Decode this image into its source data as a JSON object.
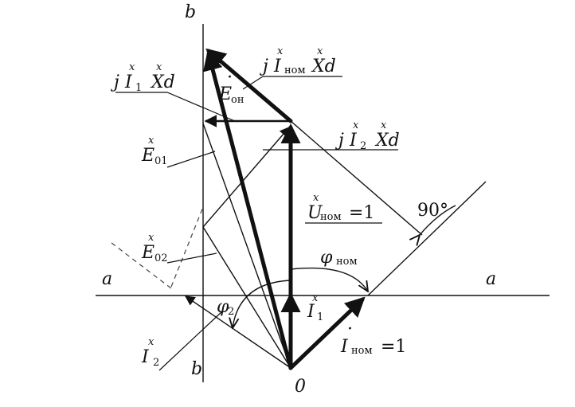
{
  "axes": {
    "a_left": "a",
    "a_right": "a",
    "b_top": "b",
    "b_bottom": "b",
    "origin": "0"
  },
  "labels": {
    "jI_nom_Xd": {
      "j": "j",
      "I": "I",
      "sub": "ном",
      "Xd": "Xd",
      "accent": "x"
    },
    "jI1_Xd": {
      "j": "j",
      "I": "I",
      "sub": "1",
      "Xd": "Xd",
      "accent": "x"
    },
    "E_on": {
      "E": "E",
      "sub": "он",
      "accent": "·"
    },
    "jI2_Xd": {
      "j": "j",
      "I": "I",
      "sub": "2",
      "Xd": "Xd",
      "accent": "x"
    },
    "E01": {
      "E": "E",
      "sub": "01",
      "accent": "x"
    },
    "U_nom": {
      "U": "U",
      "sub": "ном",
      "rhs": "=1",
      "accent": "x"
    },
    "angle90": "90°",
    "E02": {
      "E": "E",
      "sub": "02",
      "accent": "x"
    },
    "phi_nom": {
      "phi": "φ",
      "sub": "ном"
    },
    "phi2": {
      "phi": "φ",
      "sub": "2"
    },
    "I1": {
      "I": "I",
      "sub": "1",
      "accent": "x"
    },
    "I_nom": {
      "I": "I",
      "sub": "ном",
      "rhs": "=1",
      "accent": "·"
    },
    "I2": {
      "I": "I",
      "sub": "2",
      "accent": "x"
    }
  }
}
